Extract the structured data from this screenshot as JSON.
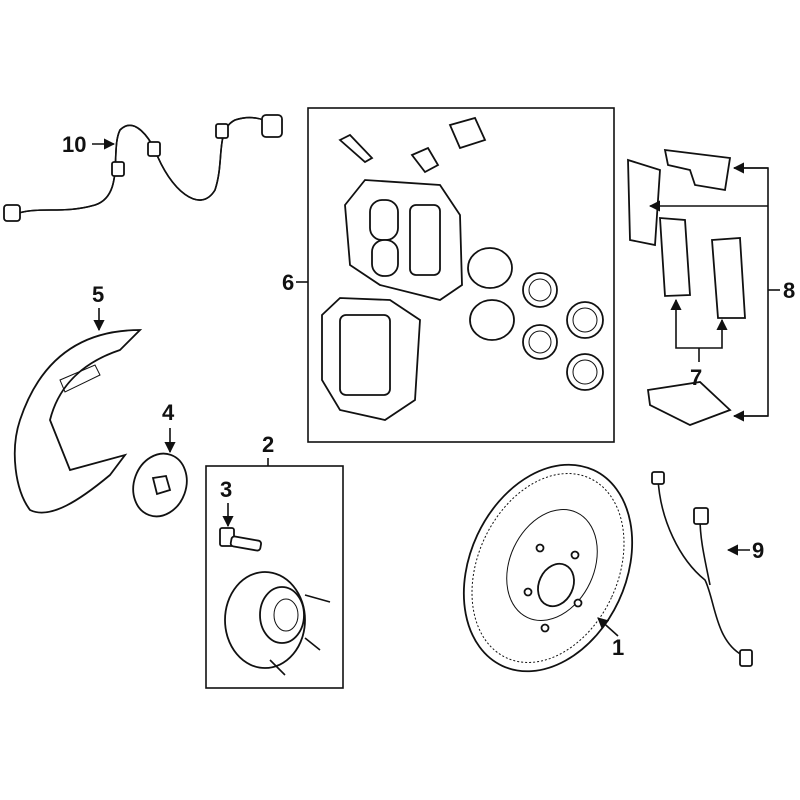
{
  "diagram": {
    "title": "Front brake components exploded view",
    "callouts": {
      "rotor": "1",
      "hub_assembly": "2",
      "wheel_stud": "3",
      "abs_ring": "4",
      "splash_shield": "5",
      "caliper": "6",
      "pads": "7",
      "pad_kit": "8",
      "brake_hose": "9",
      "abs_sensor": "10"
    }
  }
}
